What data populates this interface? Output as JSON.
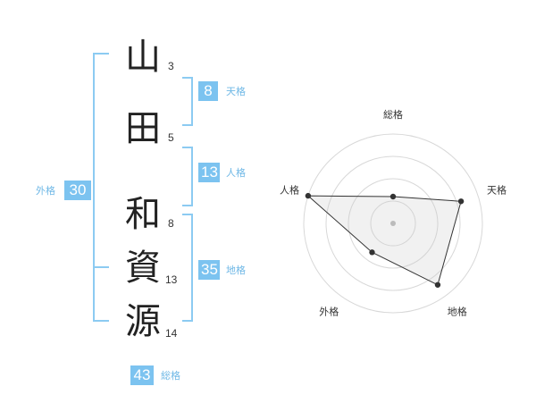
{
  "name": {
    "chars": [
      {
        "char": "山",
        "strokes": "3"
      },
      {
        "char": "田",
        "strokes": "5"
      },
      {
        "char": "和",
        "strokes": "8"
      },
      {
        "char": "資",
        "strokes": "13"
      },
      {
        "char": "源",
        "strokes": "14"
      }
    ]
  },
  "kaku": {
    "tenkaku": {
      "value": "8",
      "label": "天格"
    },
    "jinkaku": {
      "value": "13",
      "label": "人格"
    },
    "chikaku": {
      "value": "35",
      "label": "地格"
    },
    "gaikaku": {
      "value": "30",
      "label": "外格"
    },
    "soukaku": {
      "value": "43",
      "label": "総格"
    }
  },
  "colors": {
    "accent": "#7cc3f0",
    "bracket": "#8ccbf2",
    "label": "#6fb8e6"
  },
  "chart_data": {
    "type": "radar",
    "axes": [
      "総格",
      "天格",
      "地格",
      "外格",
      "人格"
    ],
    "values": [
      0.3,
      0.8,
      0.85,
      0.4,
      1.0
    ],
    "max": 1.0,
    "rings": 4
  }
}
